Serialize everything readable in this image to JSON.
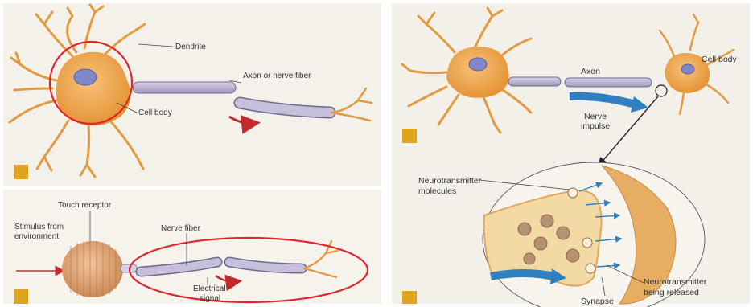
{
  "left_panel": {
    "labels": {
      "dendrite": "Dendrite",
      "axon": "Axon or nerve fiber",
      "cell_body": "Cell body",
      "touch_receptor": "Touch receptor",
      "stimulus_line1": "Stimulus from",
      "stimulus_line2": "environment",
      "nerve_fiber": "Nerve fiber",
      "electrical_line1": "Electrical",
      "electrical_line2": "signal"
    }
  },
  "right_panel": {
    "labels": {
      "axon": "Axon",
      "cell_body": "Cell body",
      "impulse_line1": "Nerve",
      "impulse_line2": "impulse",
      "nt_molecules_line1": "Neurotransmitter",
      "nt_molecules_line2": "molecules",
      "nt_released_line1": "Neurotransmitter",
      "nt_released_line2": "being released",
      "synapse": "Synapse"
    }
  },
  "colors": {
    "paper": "#f3f1ec",
    "neuron": "#f0a54a",
    "neuron_dark": "#d98a33",
    "nucleus": "#7f86c9",
    "axon": "#b9b3cf",
    "axon_stroke": "#6f6890",
    "marker": "#e0a520",
    "red_circle": "#e0262d",
    "impulse_arrow": "#2f7fc1",
    "synapse_bulb": "#f3d9a3",
    "synapse_edge": "#e0a85f"
  }
}
